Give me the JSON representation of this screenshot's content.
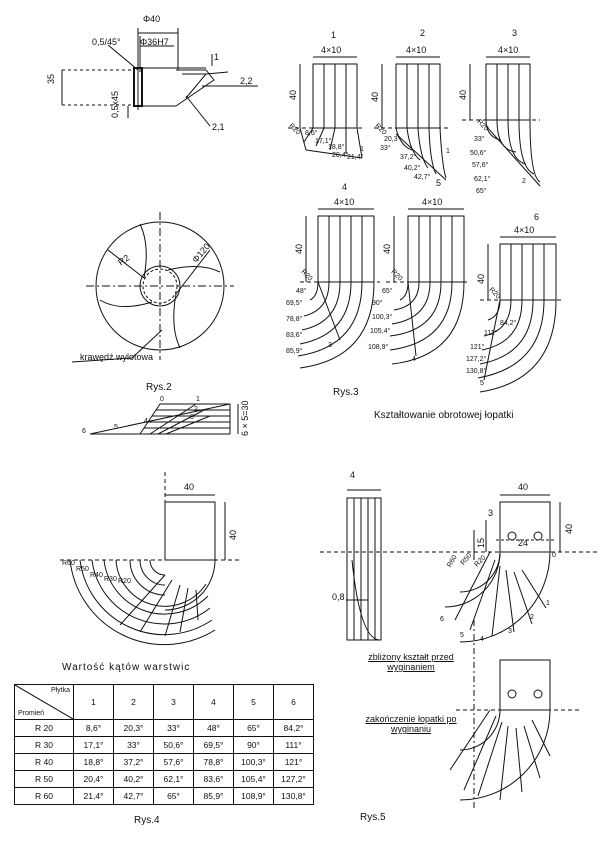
{
  "figure1": {
    "dim_d40": "Φ40",
    "dim_d36": "Φ36H7",
    "dim_chamfer_top": "0,5/45°",
    "dim_chamfer_bottom": "0,5x45",
    "dim_height": "35",
    "dim_1": "1",
    "dim_22": "2,2",
    "dim_21": "2,1"
  },
  "figure2": {
    "caption": "Rys.2",
    "label_r2": "R2",
    "label_d120": "Φ120",
    "label_edge": "krawędź wylotowa"
  },
  "figure3": {
    "caption": "Rys.3",
    "subtitle": "Kształtowanie obrotowej łopatki",
    "panels": [
      {
        "num": "1",
        "top": "4×10",
        "side": "40",
        "radius": "R20",
        "angles": [
          "8,6°",
          "17,1°",
          "18,8°",
          "20,4°",
          "21,4°"
        ],
        "end": "1"
      },
      {
        "num": "2",
        "top": "4×10",
        "side": "40",
        "radius": "R20",
        "angles": [
          "20,3°",
          "33°",
          "37,2°",
          "40,2°",
          "42,7°"
        ],
        "end": "1"
      },
      {
        "num": "3",
        "top": "4×10",
        "side": "40",
        "radius": "R20",
        "angles": [
          "33°",
          "50,6°",
          "57,6°",
          "62,1°",
          "65°"
        ],
        "end": "2"
      },
      {
        "num": "4",
        "top": "4×10",
        "side": "40",
        "radius": "R20",
        "angles": [
          "48°",
          "69,5°",
          "78,8°",
          "83,6°",
          "85,9°"
        ],
        "end": "3"
      },
      {
        "num": "5",
        "top": "4×10",
        "side": "40",
        "radius": "R20",
        "angles": [
          "65°",
          "90°",
          "100,3°",
          "105,4°",
          "108,9°"
        ],
        "end": "4"
      },
      {
        "num": "6",
        "top": "4×10",
        "side": "40",
        "radius": "R20",
        "angles": [
          "84,2°",
          "111°",
          "121°",
          "127,2°",
          "130,8°"
        ],
        "end": "5"
      }
    ]
  },
  "figure4": {
    "caption": "Rys.4",
    "dim_stack": "6 × 5=30",
    "dim_top": "40",
    "dim_side": "40",
    "layers": [
      "0",
      "1",
      "2",
      "3",
      "4",
      "5",
      "6"
    ],
    "radii": [
      "R60",
      "R50",
      "R40",
      "R30",
      "R20"
    ]
  },
  "figure5": {
    "caption": "Rys.5",
    "dim_4": "4",
    "dim_40": "40",
    "dim_40_side": "40",
    "dim_3": "3",
    "dim_15": "15",
    "dim_24": "24",
    "dim_08": "0,8",
    "label_before": "zbliżony kształt przed wyginaniem",
    "label_after": "zakończenie łopatki po wyginaniu",
    "radii": [
      "R60",
      "R50",
      "R20"
    ],
    "layers": [
      "0",
      "1",
      "2",
      "3",
      "4",
      "5",
      "6"
    ]
  },
  "table": {
    "title": "Wartość kątów warstwic",
    "corner_top": "Płytka",
    "corner_bottom": "Promień",
    "columns": [
      "1",
      "2",
      "3",
      "4",
      "5",
      "6"
    ],
    "rows": [
      {
        "radius": "R 20",
        "values": [
          "8,6°",
          "20,3°",
          "33°",
          "48°",
          "65°",
          "84,2°"
        ]
      },
      {
        "radius": "R 30",
        "values": [
          "17,1°",
          "33°",
          "50,6°",
          "69,5°",
          "90°",
          "111°"
        ]
      },
      {
        "radius": "R 40",
        "values": [
          "18,8°",
          "37,2°",
          "57,6°",
          "78,8°",
          "100,3°",
          "121°"
        ]
      },
      {
        "radius": "R 50",
        "values": [
          "20,4°",
          "40,2°",
          "62,1°",
          "83,6°",
          "105,4°",
          "127,2°"
        ]
      },
      {
        "radius": "R 60",
        "values": [
          "21,4°",
          "42,7°",
          "65°",
          "85,9°",
          "108,9°",
          "130,8°"
        ]
      }
    ]
  }
}
